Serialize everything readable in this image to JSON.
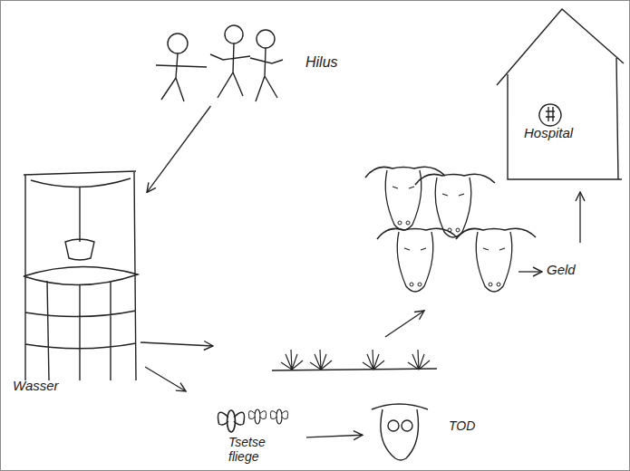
{
  "diagram": {
    "nodes": [
      {
        "text": [
          "Hilus"
        ]
      },
      {
        "text": [
          "Wasser"
        ]
      },
      {
        "text": [
          "Hospital"
        ]
      },
      {
        "text": [
          "Tsetse fliege"
        ]
      },
      {
        "text": [
          "TOD"
        ]
      }
    ],
    "edges": [
      {
        "from": 0,
        "to": 1,
        "arrow": "to"
      },
      {
        "from": 3,
        "to": 4,
        "arrow": "to"
      }
    ],
    "labels": [
      "Geld"
    ]
  }
}
